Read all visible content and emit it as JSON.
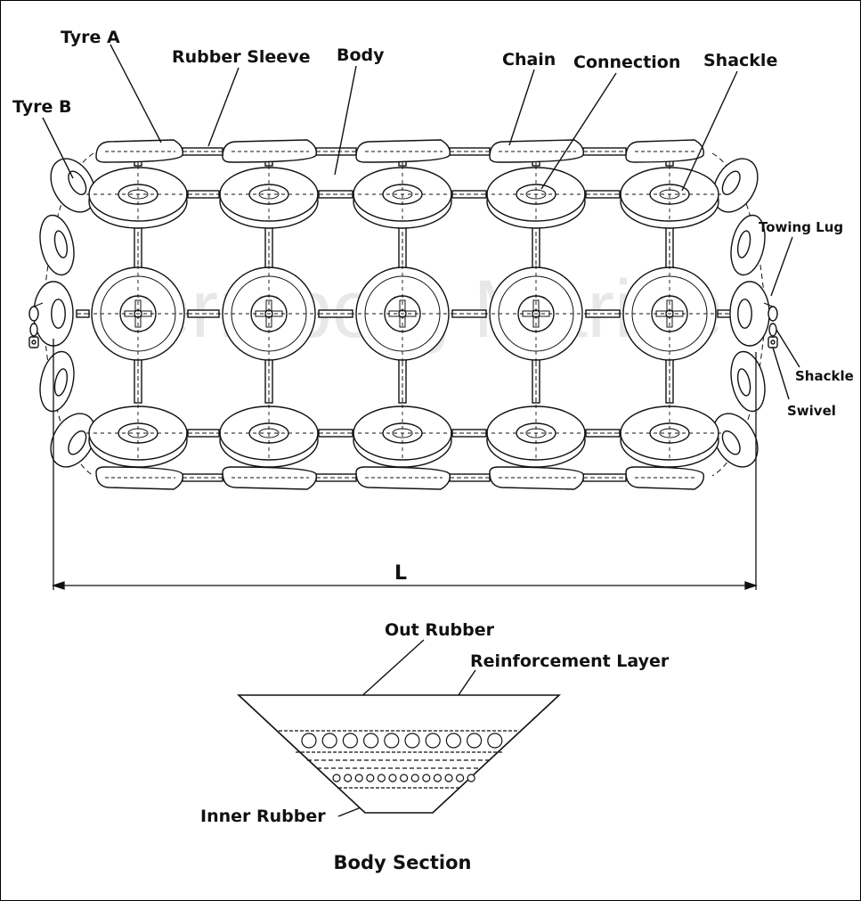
{
  "labels": {
    "tyre_a": "Tyre A",
    "tyre_b": "Tyre B",
    "rubber_sleeve": "Rubber Sleeve",
    "body": "Body",
    "chain": "Chain",
    "connection": "Connection",
    "shackle_top": "Shackle",
    "towing_lug": "Towing Lug",
    "shackle_end": "Shackle",
    "swivel": "Swivel",
    "length": "L",
    "out_rubber": "Out Rubber",
    "reinforcement_layer": "Reinforcement Layer",
    "inner_rubber": "Inner Rubber",
    "section_title": "Body Section"
  },
  "watermark": "Jerryborg Marine",
  "colors": {
    "stroke": "#111111",
    "background": "#ffffff",
    "watermark": "#d6d6d6"
  }
}
